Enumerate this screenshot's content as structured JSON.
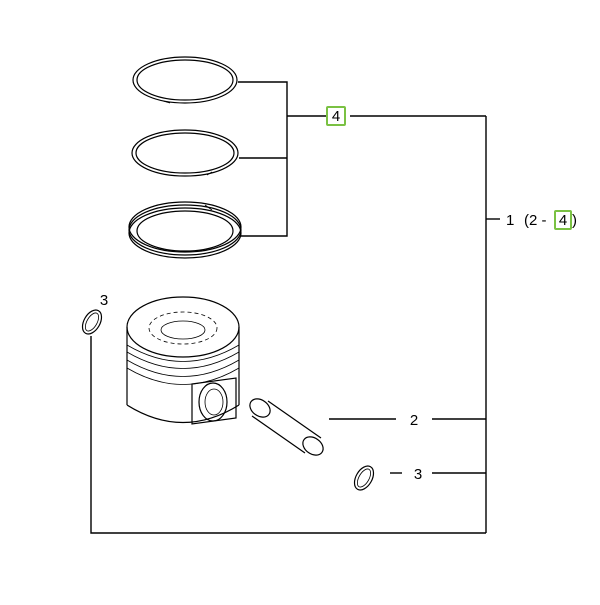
{
  "callouts": {
    "ring_set": "4",
    "assembly_num": "1",
    "assembly_open": "(2 -",
    "assembly_ref": "4",
    "assembly_close": ")",
    "pin": "2",
    "circlip_right": "3",
    "circlip_left": "3"
  },
  "colors": {
    "highlight": "#7ac143",
    "line": "#000000",
    "background": "#ffffff"
  }
}
